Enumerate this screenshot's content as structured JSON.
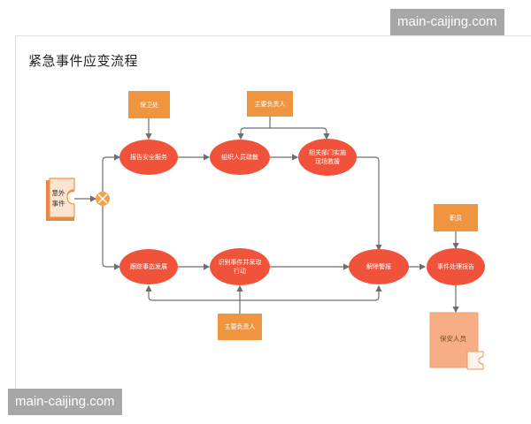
{
  "title": "紧急事件应变流程",
  "watermarks": [
    "main-caijing.com",
    "main-caijing.com"
  ],
  "colors": {
    "process": "#f0533a",
    "actor": "#f0953f",
    "document": "#f7ad85",
    "connector": "#f5a04a",
    "line": "#6e6e6e"
  },
  "nodes": {
    "start": {
      "lines": [
        "意外",
        "事件"
      ],
      "shape": "document-tab"
    },
    "merge": {
      "shape": "or-gateway"
    },
    "report_security": {
      "lines": [
        "报告安全服务"
      ]
    },
    "organize_evacuation": {
      "lines": [
        "组织人员疏散"
      ]
    },
    "dept_rescue": {
      "lines": [
        "相关部门实施",
        "现场救援"
      ]
    },
    "track_situation": {
      "lines": [
        "跟踪事态发展"
      ]
    },
    "identify_action": {
      "lines": [
        "识别事件并采取",
        "行动"
      ]
    },
    "clear_alarm": {
      "lines": [
        "解除警报"
      ]
    },
    "incident_report": {
      "lines": [
        "事件处理报告"
      ]
    },
    "guard_office": {
      "lines": [
        "保卫处"
      ]
    },
    "main_person_top": {
      "lines": [
        "主要负责人"
      ]
    },
    "main_person_bottom": {
      "lines": [
        "主要负责人"
      ]
    },
    "staff": {
      "lines": [
        "职员"
      ]
    },
    "security_staff": {
      "lines": [
        "保安人员"
      ]
    }
  }
}
